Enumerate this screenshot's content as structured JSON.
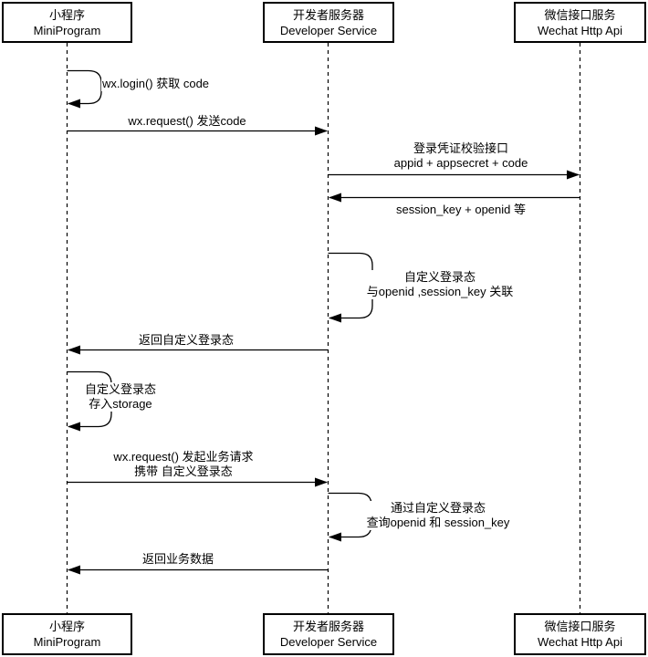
{
  "diagram": {
    "type": "uml-sequence",
    "colors": {
      "stroke": "#000000",
      "text": "#000000",
      "background": "#ffffff"
    },
    "actors": [
      {
        "id": "miniprogram",
        "line1": "小程序",
        "line2": "MiniProgram"
      },
      {
        "id": "developer-service",
        "line1": "开发者服务器",
        "line2": "Developer Service"
      },
      {
        "id": "wechat-api",
        "line1": "微信接口服务",
        "line2": "Wechat Http Api"
      }
    ],
    "messages": [
      {
        "id": 1,
        "kind": "self",
        "actor": "miniprogram",
        "lines": [
          "wx.login() 获取 code"
        ]
      },
      {
        "id": 2,
        "kind": "arrow",
        "from": "miniprogram",
        "to": "developer-service",
        "lines": [
          "wx.request() 发送code"
        ]
      },
      {
        "id": 3,
        "kind": "arrow",
        "from": "developer-service",
        "to": "wechat-api",
        "lines": [
          "登录凭证校验接口",
          "appid + appsecret + code"
        ]
      },
      {
        "id": 4,
        "kind": "arrow",
        "from": "wechat-api",
        "to": "developer-service",
        "lines": [
          "session_key + openid 等"
        ],
        "label_position": "below"
      },
      {
        "id": 5,
        "kind": "self",
        "actor": "developer-service",
        "lines": [
          "自定义登录态",
          "与openid ,session_key 关联"
        ]
      },
      {
        "id": 6,
        "kind": "arrow",
        "from": "developer-service",
        "to": "miniprogram",
        "lines": [
          "返回自定义登录态"
        ]
      },
      {
        "id": 7,
        "kind": "self",
        "actor": "miniprogram",
        "lines": [
          "自定义登录态",
          "存入storage"
        ]
      },
      {
        "id": 8,
        "kind": "arrow",
        "from": "miniprogram",
        "to": "developer-service",
        "lines": [
          "wx.request() 发起业务请求",
          "携带 自定义登录态"
        ]
      },
      {
        "id": 9,
        "kind": "self",
        "actor": "developer-service",
        "lines": [
          "通过自定义登录态",
          "查询openid 和 session_key"
        ]
      },
      {
        "id": 10,
        "kind": "arrow",
        "from": "developer-service",
        "to": "miniprogram",
        "lines": [
          "返回业务数据"
        ]
      }
    ]
  }
}
